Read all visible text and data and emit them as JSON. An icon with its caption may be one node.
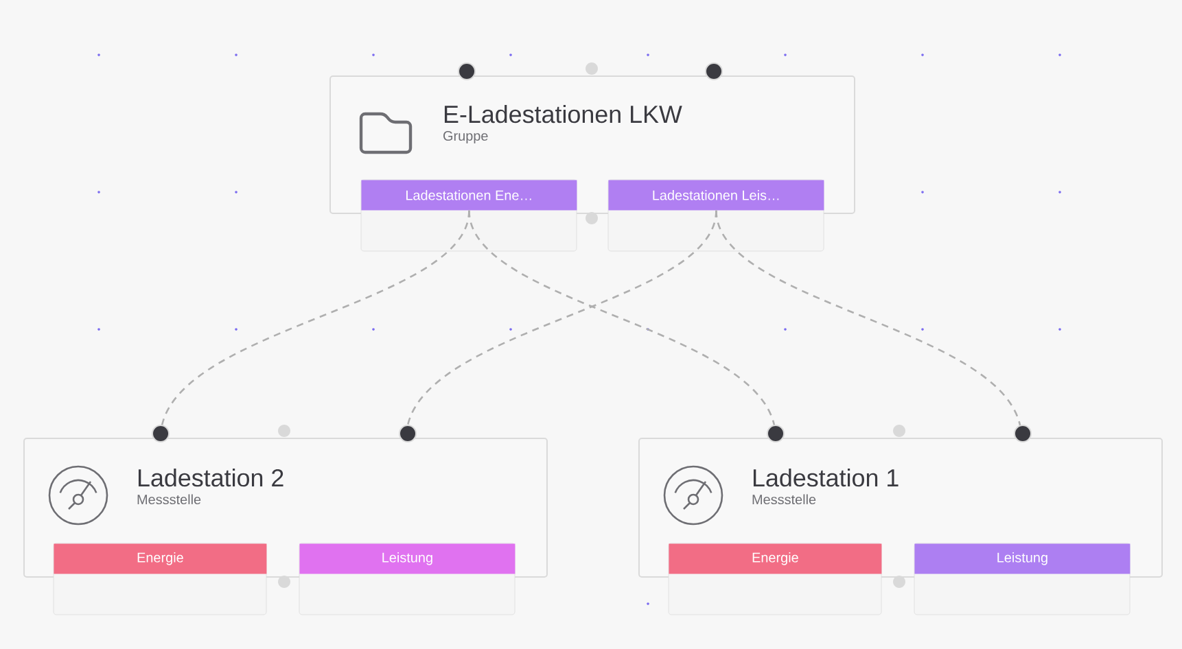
{
  "diagram": {
    "nodes": [
      {
        "text": [
          "E-Ladestationen LKW",
          "Gruppe"
        ]
      },
      {
        "text": [
          "Ladestationen Ene…"
        ]
      },
      {
        "text": [
          "Ladestationen Leis…"
        ]
      },
      {
        "text": [
          "Ladestation 2",
          "Messstelle"
        ]
      },
      {
        "text": [
          "Energie"
        ]
      },
      {
        "text": [
          "Leistung"
        ]
      },
      {
        "text": [
          "Ladestation 1",
          "Messstelle"
        ]
      },
      {
        "text": [
          "Energie"
        ]
      },
      {
        "text": [
          "Leistung"
        ]
      }
    ],
    "edges": [
      {
        "from": 1,
        "to": 3,
        "arrow": "none",
        "style": "dashed"
      },
      {
        "from": 1,
        "to": 6,
        "arrow": "none",
        "style": "dashed"
      },
      {
        "from": 2,
        "to": 3,
        "arrow": "none",
        "style": "dashed"
      },
      {
        "from": 2,
        "to": 6,
        "arrow": "none",
        "style": "dashed"
      }
    ]
  }
}
